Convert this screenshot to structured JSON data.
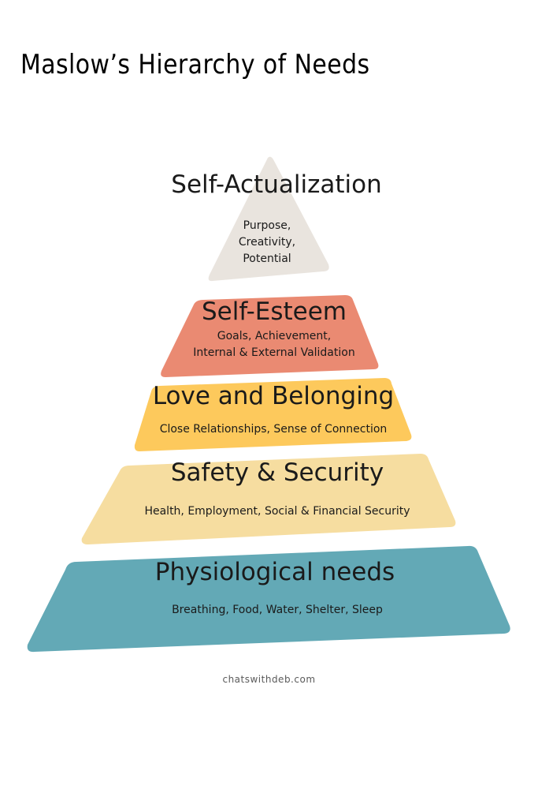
{
  "title": "Maslow’s Hierarchy of Needs",
  "colors": {
    "self_actualization": "#e9e4de",
    "self_esteem": "#ea8a72",
    "love_belonging": "#fdc95c",
    "safety_security": "#f6dda0",
    "physiological": "#63a9b6"
  },
  "levels": [
    {
      "title": "Self-Actualization",
      "description_lines": [
        "Purpose,",
        "Creativity,",
        "Potential"
      ]
    },
    {
      "title": "Self-Esteem",
      "description_lines": [
        "Goals, Achievement,",
        "Internal & External Validation"
      ]
    },
    {
      "title": "Love and Belonging",
      "description_lines": [
        "Close Relationships, Sense of Connection"
      ]
    },
    {
      "title": "Safety & Security",
      "description_lines": [
        "Health, Employment, Social & Financial Security"
      ]
    },
    {
      "title": "Physiological needs",
      "description_lines": [
        "Breathing, Food, Water, Shelter, Sleep"
      ]
    }
  ],
  "credit": "chatswithdeb.com"
}
